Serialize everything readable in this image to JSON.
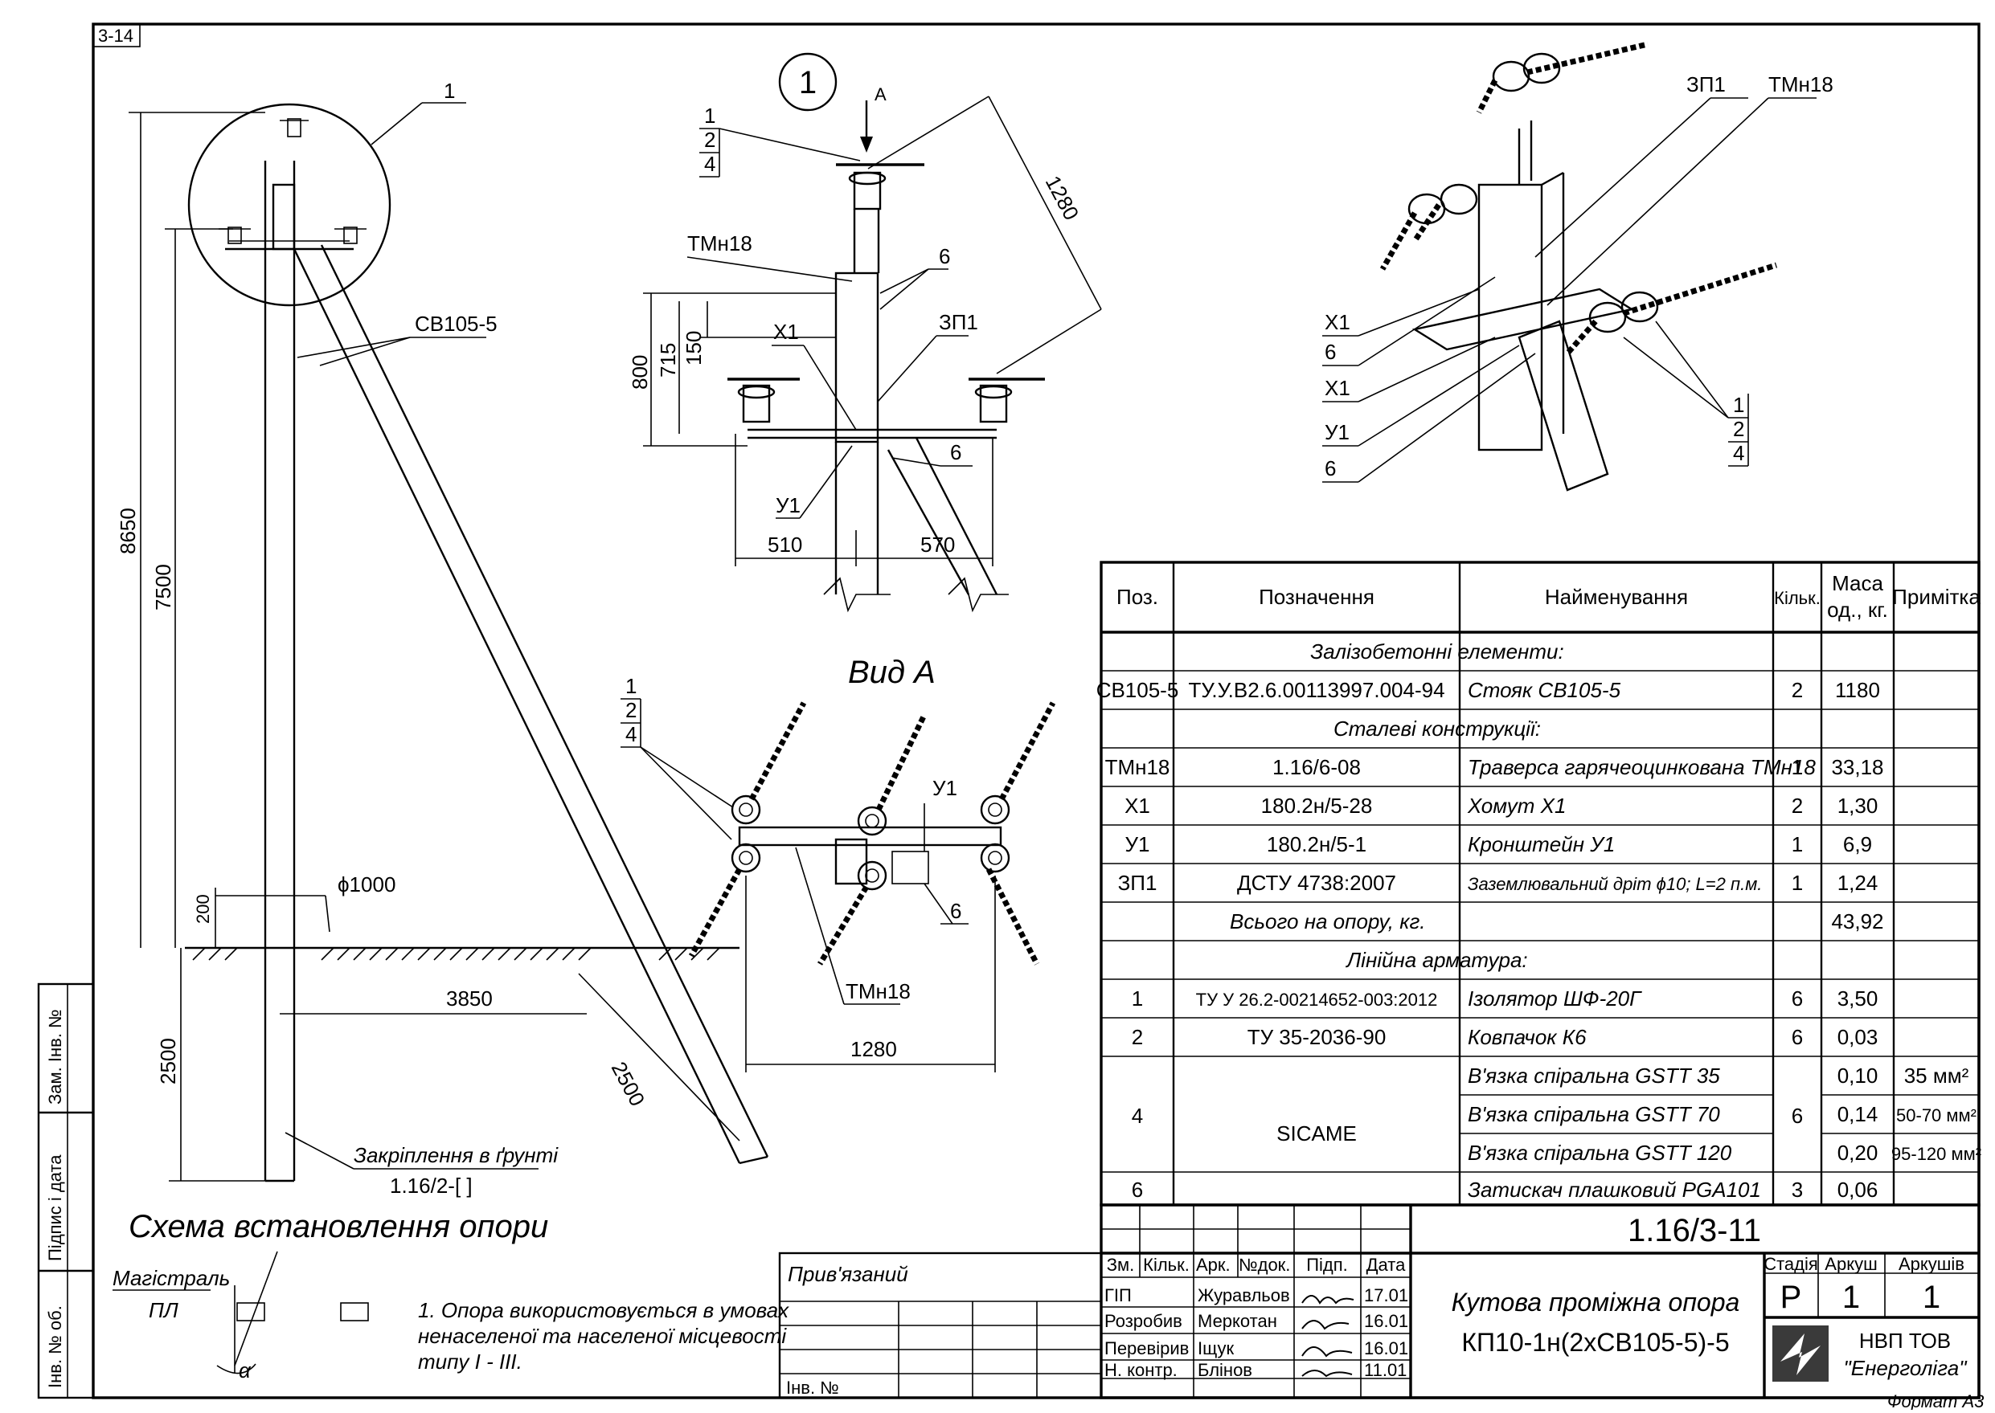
{
  "sheet_tag": "3-14",
  "format_label": "Формат А3",
  "side_stamp": {
    "zam_inv": "Зам. Інв. №",
    "pidpys": "Підпис і дата",
    "inv_pidl": "Інв. № об."
  },
  "main_view": {
    "callout_1": "1",
    "label_sv": "СВ105-5",
    "dim_8650": "8650",
    "dim_7500": "7500",
    "dim_2500_left": "2500",
    "dim_200": "200",
    "dim_phi1000": "ϕ1000",
    "dim_3850": "3850",
    "dim_2500_diag": "2500",
    "fixing_label": "Закріплення в ґрунті",
    "fixing_ref": "1.16/2-[    ]",
    "title": "Схема встановлення опори"
  },
  "detail_view": {
    "circle_num": "1",
    "arrow_label": "А",
    "pos_stack": [
      "1",
      "2",
      "4"
    ],
    "label_tmn18": "ТМн18",
    "label_6": "6",
    "label_x1": "Х1",
    "label_zp1": "ЗП1",
    "label_u1": "У1",
    "label_6b": "6",
    "dim_800": "800",
    "dim_715": "715",
    "dim_150": "150",
    "dim_1280": "1280",
    "dim_510": "510",
    "dim_570": "570"
  },
  "view_a": {
    "title": "Вид А",
    "pos_stack": [
      "1",
      "2",
      "4"
    ],
    "label_u1": "У1",
    "label_6": "6",
    "label_tmn18": "ТМн18",
    "dim_1280": "1280"
  },
  "iso_view": {
    "label_zp1": "ЗП1",
    "label_tmn18": "ТМн18",
    "labels_left": [
      "Х1",
      "6",
      "Х1",
      "У1",
      "6"
    ],
    "pos_stack": [
      "1",
      "2",
      "4"
    ]
  },
  "table": {
    "headers": [
      "Поз.",
      "Позначення",
      "Найменування",
      "Кільк.",
      "Маса од., кг.",
      "Примітка"
    ],
    "header_mass_1": "Маса",
    "header_mass_2": "од., кг.",
    "section_1": "Залізобетонні елементи:",
    "row_sv": [
      "СВ105-5",
      "ТУ.У.В2.6.00113997.004-94",
      "Стояк СВ105-5",
      "2",
      "1180",
      ""
    ],
    "section_2": "Сталеві конструкції:",
    "rows_steel": [
      [
        "ТМн18",
        "1.16/6-08",
        "Траверса гарячеоцинкована ТМн18",
        "1",
        "33,18",
        ""
      ],
      [
        "Х1",
        "180.2н/5-28",
        "Хомут Х1",
        "2",
        "1,30",
        ""
      ],
      [
        "У1",
        "180.2н/5-1",
        "Кронштейн У1",
        "1",
        "6,9",
        ""
      ],
      [
        "ЗП1",
        "ДСТУ 4738:2007",
        "Заземлювальний дріт ϕ10; L=2 п.м.",
        "1",
        "1,24",
        ""
      ]
    ],
    "total_label": "Всього на опору, кг.",
    "total_value": "43,92",
    "section_3": "Лінійна арматура:",
    "rows_linear": [
      [
        "1",
        "ТУ У 26.2-00214652-003:2012",
        "Ізолятор ШФ-20Г",
        "6",
        "3,50",
        ""
      ],
      [
        "2",
        "ТУ 35-2036-90",
        "Ковпачок К6",
        "6",
        "0,03",
        ""
      ]
    ],
    "pos4": "4",
    "sicame": "SICAME",
    "pos4_qty": "6",
    "rows_pos4": [
      [
        "В'язка спіральна GSTT 35",
        "0,10",
        "35 мм²"
      ],
      [
        "В'язка спіральна GSTT 70",
        "0,14",
        "50-70 мм²"
      ],
      [
        "В'язка спіральна GSTT 120",
        "0,20",
        "95-120 мм²"
      ]
    ],
    "row_6": [
      "6",
      "",
      "Затискач плашковий PGA101",
      "3",
      "0,06",
      ""
    ]
  },
  "title_block": {
    "doc_code": "1.16/3-11",
    "prywyazanyi": "Прив'язаний",
    "inv_no": "Інв. №",
    "col_heads": [
      "Зм.",
      "Кільк.",
      "Арк.",
      "№док.",
      "Підп.",
      "Дата"
    ],
    "people": [
      [
        "ГІП",
        "Журавльов",
        "17.01"
      ],
      [
        "Розробив",
        "Меркотан",
        "16.01"
      ],
      [
        "Перевірив",
        "Іщук",
        "16.01"
      ],
      [
        "Н. контр.",
        "Блінов",
        "11.01"
      ]
    ],
    "title_1": "Кутова проміжна опора",
    "title_2": "КП10-1н(2хСВ105-5)-5",
    "stage_head": "Стадія",
    "sheet_head": "Аркуш",
    "sheets_head": "Аркушів",
    "stage": "Р",
    "sheet": "1",
    "sheets": "1",
    "company_1": "НВП ТОВ",
    "company_2": "\"Енерголіга\""
  },
  "legend": {
    "magistral": "Магістраль",
    "pl": "ПЛ",
    "alpha": "α"
  },
  "notes": [
    "1. Опора використовується в умовах",
    "ненаселеної та населеної місцевості",
    "типу I - III."
  ]
}
